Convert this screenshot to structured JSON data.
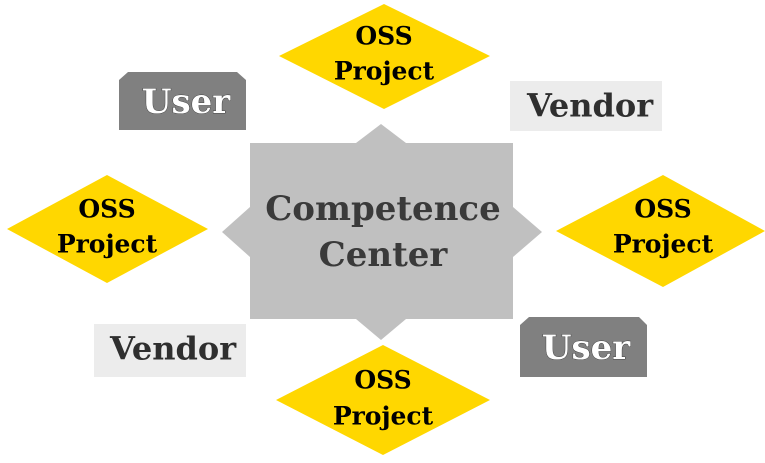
{
  "center": {
    "line1": "Competence",
    "line2": "Center"
  },
  "projects": [
    {
      "id": "top",
      "line1": "OSS",
      "line2": "Project"
    },
    {
      "id": "left",
      "line1": "OSS",
      "line2": "Project"
    },
    {
      "id": "right",
      "line1": "OSS",
      "line2": "Project"
    },
    {
      "id": "bottom",
      "line1": "OSS",
      "line2": "Project"
    }
  ],
  "users": [
    {
      "id": "top-left",
      "label": "User"
    },
    {
      "id": "bottom-right",
      "label": "User"
    }
  ],
  "vendors": [
    {
      "id": "top-right",
      "label": "Vendor"
    },
    {
      "id": "bottom-left",
      "label": "Vendor"
    }
  ],
  "colors": {
    "center_fill": "#c0c0c0",
    "project_fill": "#ffd700",
    "user_fill": "#808080",
    "vendor_fill": "#ececec"
  }
}
